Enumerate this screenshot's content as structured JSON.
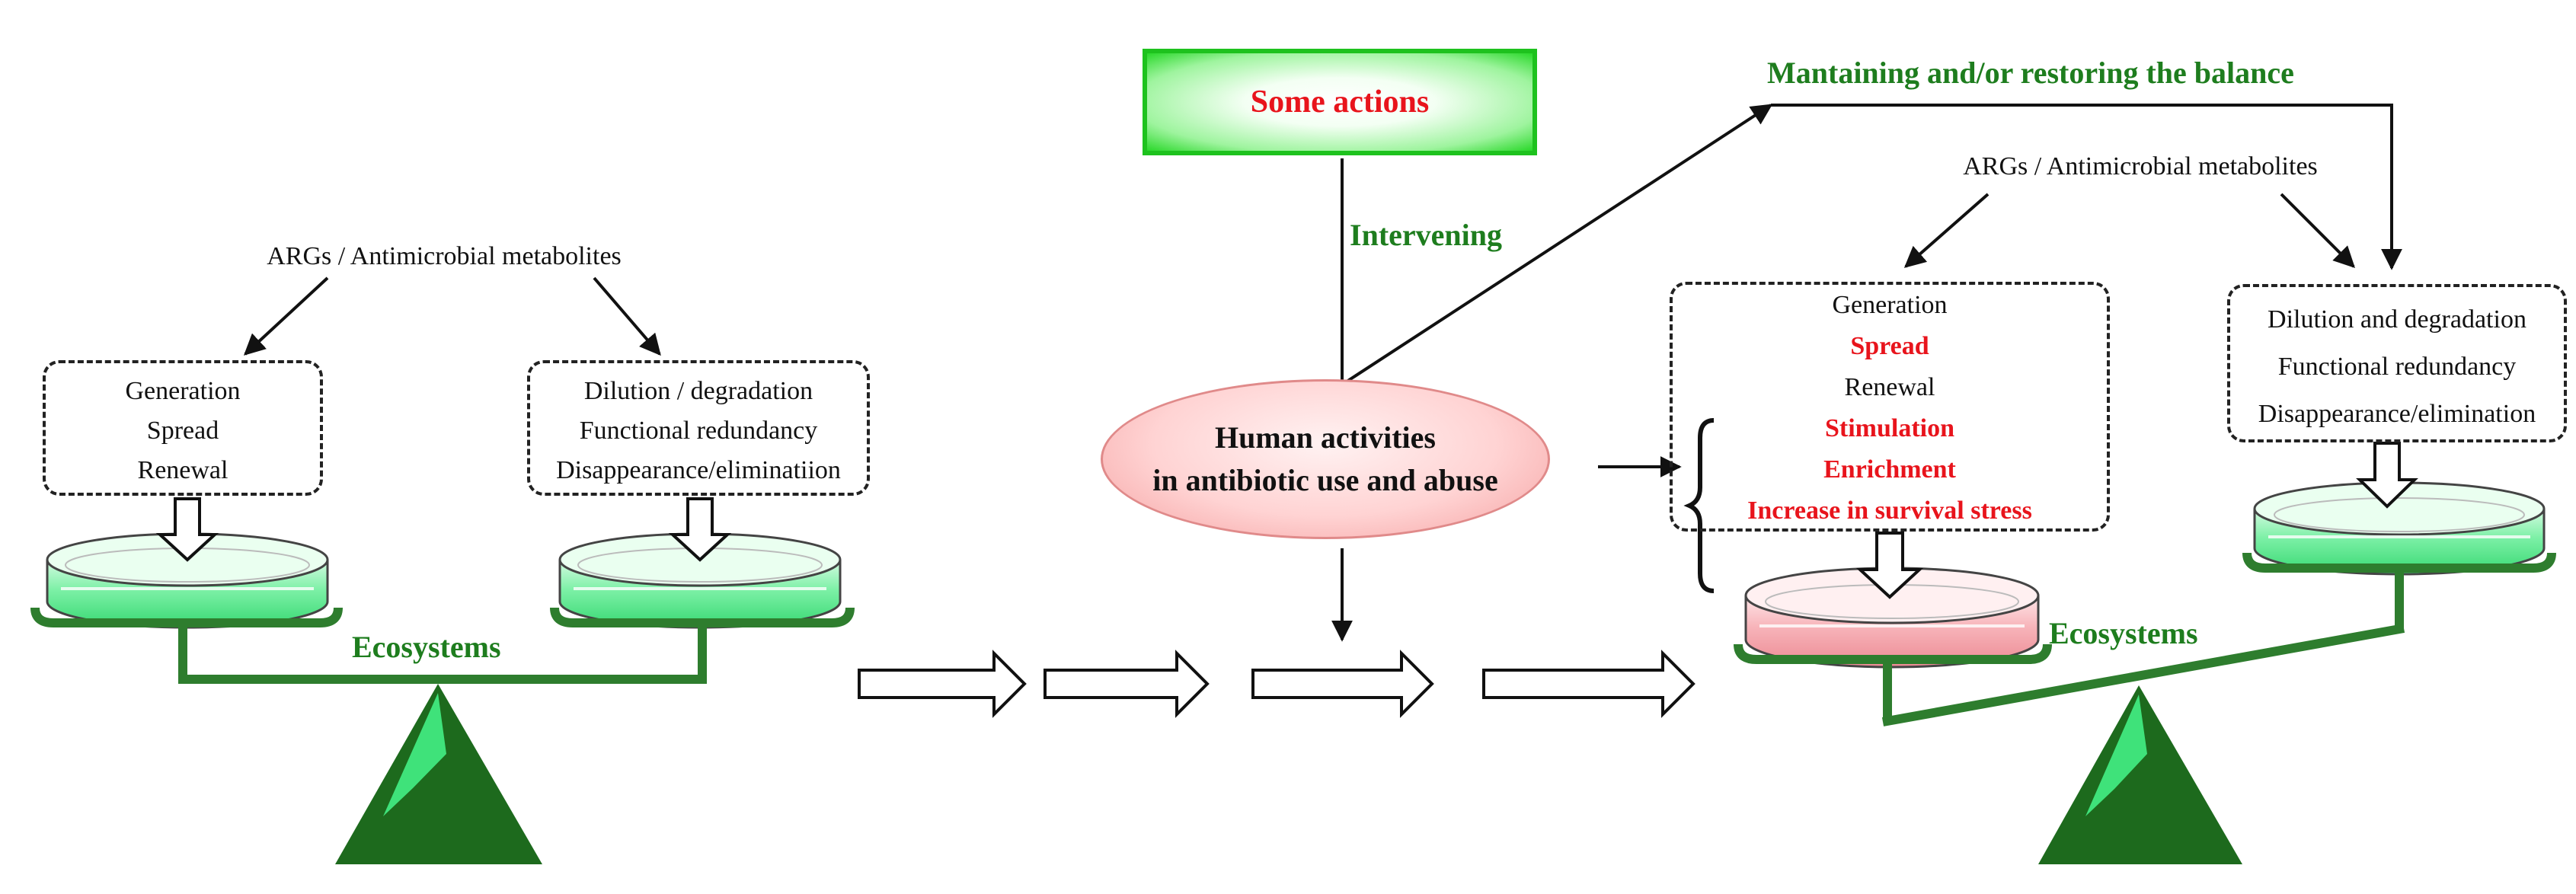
{
  "colors": {
    "green_text": "#1e7d1e",
    "red_text": "#e8141c",
    "dish_green": "#5ee88c",
    "dish_red": "#f4a0a6",
    "balance_green": "#2e7d2e",
    "fulcrum_dark": "#1d6a1d",
    "fulcrum_light": "#3fe27a",
    "action_border": "#1ec21e"
  },
  "left_panel": {
    "source_label": "ARGs / Antimicrobial metabolites",
    "input_box": [
      "Generation",
      "Spread",
      "Renewal"
    ],
    "output_box": [
      "Dilution / degradation",
      "Functional redundancy",
      "Disappearance/eliminatiion"
    ],
    "ecosystems_label": "Ecosystems"
  },
  "center": {
    "action_label": "Some actions",
    "intervening_label": "Intervening",
    "human_line1": "Human activities",
    "human_line2": "in antibiotic use and abuse",
    "restore_label": "Mantaining and/or restoring the balance"
  },
  "right_panel": {
    "source_label": "ARGs / Antimicrobial metabolites",
    "input_box": [
      {
        "text": "Generation",
        "emphasis": false
      },
      {
        "text": "Spread",
        "emphasis": true
      },
      {
        "text": "Renewal",
        "emphasis": false
      },
      {
        "text": "Stimulation",
        "emphasis": true
      },
      {
        "text": "Enrichment",
        "emphasis": true
      },
      {
        "text": "Increase in survival stress",
        "emphasis": true
      }
    ],
    "output_box": [
      "Dilution and degradation",
      "Functional redundancy",
      "Disappearance/elimination"
    ],
    "ecosystems_label": "Ecosystems"
  }
}
